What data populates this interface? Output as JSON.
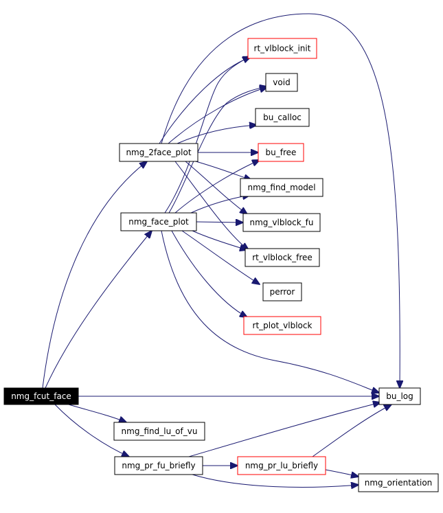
{
  "colors": {
    "edge": "#191970",
    "node_border": "#000000",
    "external_border": "#ff0000",
    "root_fill": "#000000",
    "root_text": "#ffffff",
    "node_fill": "#ffffff",
    "node_text": "#000000"
  },
  "nodes": [
    {
      "id": "nmg_fcut_face",
      "label": "nmg_fcut_face",
      "kind": "root"
    },
    {
      "id": "nmg_2face_plot",
      "label": "nmg_2face_plot",
      "kind": "normal"
    },
    {
      "id": "nmg_face_plot",
      "label": "nmg_face_plot",
      "kind": "normal"
    },
    {
      "id": "rt_vlblock_init",
      "label": "rt_vlblock_init",
      "kind": "external"
    },
    {
      "id": "void",
      "label": "void",
      "kind": "normal"
    },
    {
      "id": "bu_calloc",
      "label": "bu_calloc",
      "kind": "normal"
    },
    {
      "id": "bu_free",
      "label": "bu_free",
      "kind": "external"
    },
    {
      "id": "nmg_find_model",
      "label": "nmg_find_model",
      "kind": "normal"
    },
    {
      "id": "nmg_vlblock_fu",
      "label": "nmg_vlblock_fu",
      "kind": "normal"
    },
    {
      "id": "rt_vlblock_free",
      "label": "rt_vlblock_free",
      "kind": "normal"
    },
    {
      "id": "perror",
      "label": "perror",
      "kind": "normal"
    },
    {
      "id": "rt_plot_vlblock",
      "label": "rt_plot_vlblock",
      "kind": "external"
    },
    {
      "id": "bu_log",
      "label": "bu_log",
      "kind": "normal"
    },
    {
      "id": "nmg_find_lu_of_vu",
      "label": "nmg_find_lu_of_vu",
      "kind": "normal"
    },
    {
      "id": "nmg_pr_fu_briefly",
      "label": "nmg_pr_fu_briefly",
      "kind": "normal"
    },
    {
      "id": "nmg_pr_lu_briefly",
      "label": "nmg_pr_lu_briefly",
      "kind": "external"
    },
    {
      "id": "nmg_orientation",
      "label": "nmg_orientation",
      "kind": "normal"
    }
  ],
  "edges": [
    {
      "from": "nmg_fcut_face",
      "to": "nmg_2face_plot"
    },
    {
      "from": "nmg_fcut_face",
      "to": "nmg_face_plot"
    },
    {
      "from": "nmg_fcut_face",
      "to": "bu_log"
    },
    {
      "from": "nmg_fcut_face",
      "to": "nmg_find_lu_of_vu"
    },
    {
      "from": "nmg_fcut_face",
      "to": "nmg_pr_fu_briefly"
    },
    {
      "from": "nmg_2face_plot",
      "to": "rt_vlblock_init"
    },
    {
      "from": "nmg_2face_plot",
      "to": "void"
    },
    {
      "from": "nmg_2face_plot",
      "to": "bu_calloc"
    },
    {
      "from": "nmg_2face_plot",
      "to": "bu_free"
    },
    {
      "from": "nmg_2face_plot",
      "to": "nmg_find_model"
    },
    {
      "from": "nmg_2face_plot",
      "to": "nmg_vlblock_fu"
    },
    {
      "from": "nmg_2face_plot",
      "to": "rt_vlblock_free"
    },
    {
      "from": "nmg_2face_plot",
      "to": "bu_log"
    },
    {
      "from": "nmg_face_plot",
      "to": "rt_vlblock_init"
    },
    {
      "from": "nmg_face_plot",
      "to": "void"
    },
    {
      "from": "nmg_face_plot",
      "to": "bu_free"
    },
    {
      "from": "nmg_face_plot",
      "to": "nmg_find_model"
    },
    {
      "from": "nmg_face_plot",
      "to": "nmg_vlblock_fu"
    },
    {
      "from": "nmg_face_plot",
      "to": "rt_vlblock_free"
    },
    {
      "from": "nmg_face_plot",
      "to": "perror"
    },
    {
      "from": "nmg_face_plot",
      "to": "rt_plot_vlblock"
    },
    {
      "from": "nmg_face_plot",
      "to": "bu_log"
    },
    {
      "from": "nmg_pr_fu_briefly",
      "to": "bu_log"
    },
    {
      "from": "nmg_pr_fu_briefly",
      "to": "nmg_pr_lu_briefly"
    },
    {
      "from": "nmg_pr_fu_briefly",
      "to": "nmg_orientation"
    },
    {
      "from": "nmg_pr_lu_briefly",
      "to": "bu_log"
    },
    {
      "from": "nmg_pr_lu_briefly",
      "to": "nmg_orientation"
    }
  ]
}
